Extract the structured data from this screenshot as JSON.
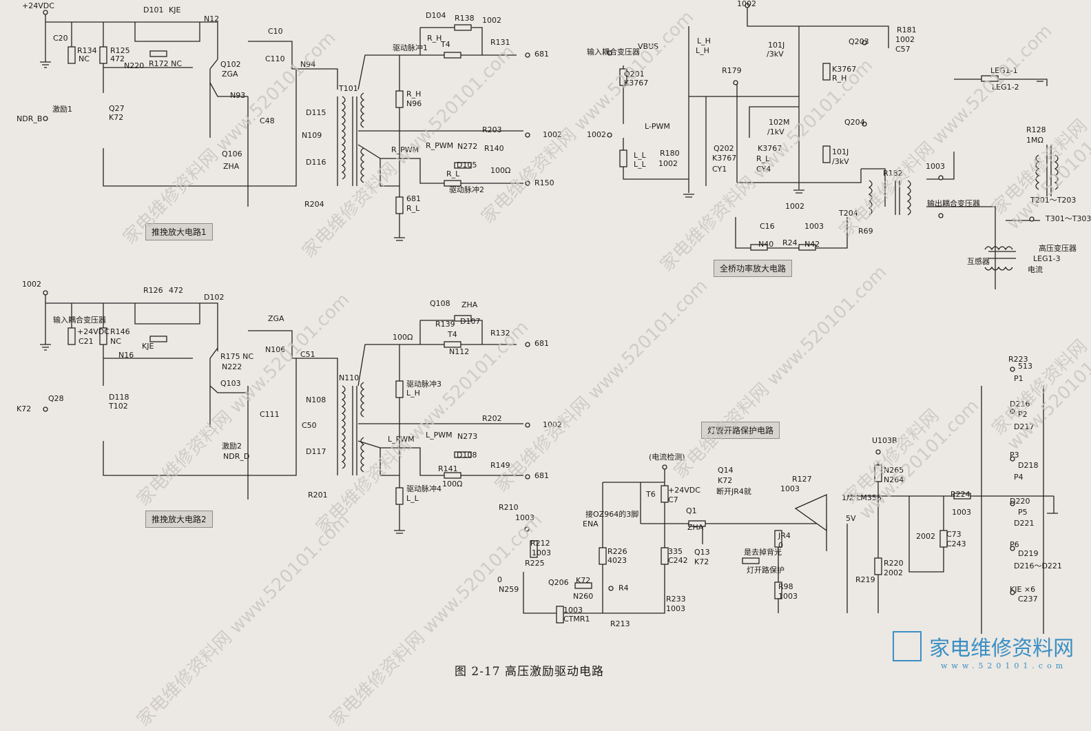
{
  "watermark": "家电维修资料网 www.520101.com",
  "figure_caption": "图 2-17   高压激励驱动电路",
  "logo": {
    "text": "家电维修资料网",
    "url": "www.520101.com"
  },
  "sections": {
    "push_pull_1": "推挽放大电路1",
    "push_pull_2": "推挽放大电路2",
    "full_bridge": "全桥功率放大电路",
    "open_protect": "灯管开路保护电路"
  },
  "labels": [
    "+24VDC",
    "C20",
    "R134",
    "NC",
    "R125",
    "472",
    "D101",
    "KJE",
    "N12",
    "R172 NC",
    "N220",
    "Q102",
    "ZGA",
    "C10",
    "C110",
    "N94",
    "N93",
    "C48",
    "D115",
    "N109",
    "D116",
    "T101",
    "Q27",
    "K72",
    "激励1",
    "NDR_B",
    "Q106",
    "ZHA",
    "D104",
    "R138",
    "1002",
    "R_H",
    "T4",
    "R131",
    "681",
    "驱动脉冲1",
    "R_H",
    "N96",
    "R203",
    "1002",
    "R_PWM",
    "R_PWM",
    "N272",
    "D105",
    "R140",
    "100Ω",
    "R_L",
    "驱动脉冲2",
    "R150",
    "681",
    "R_L",
    "R204",
    "1002",
    "输入耦合变压器",
    "+24VDC",
    "C21",
    "R146",
    "NC",
    "R126",
    "472",
    "D102",
    "KJE",
    "N16",
    "R175 NC",
    "N222",
    "Q103",
    "ZGA",
    "N106",
    "C51",
    "C111",
    "N108",
    "C50",
    "D117",
    "N110",
    "D118",
    "T102",
    "Q28",
    "K72",
    "激励2",
    "NDR_D",
    "Q108",
    "ZHA",
    "D107",
    "R139",
    "100Ω",
    "T4",
    "N112",
    "R132",
    "681",
    "驱动脉冲3",
    "L_H",
    "R202",
    "1002",
    "L_PWM",
    "L_PWM",
    "N273",
    "D108",
    "R141",
    "100Ω",
    "R149",
    "681",
    "驱动脉冲4",
    "L_L",
    "R201",
    "1002",
    "输入耦合变压器",
    "VBUS",
    "L_H",
    "L_H",
    "Q201",
    "K3767",
    "R179",
    "1002",
    "L-PWM",
    "L_L",
    "L_L",
    "R180",
    "1002",
    "Q202",
    "K3767",
    "CY1",
    "101J",
    "/3kV",
    "Q203",
    "K3767",
    "R_H",
    "R181",
    "1002",
    "C57",
    "102M",
    "/1kV",
    "Q204",
    "K3767",
    "R_L",
    "CY4",
    "101J",
    "/3kV",
    "R182",
    "1002",
    "T204",
    "C16",
    "N40",
    "R24",
    "1003",
    "N42",
    "R69",
    "1003",
    "输出耦合变压器",
    "LEG1-1",
    "LEG1-2",
    "R128",
    "1MΩ",
    "T201～T203",
    "T301～T303",
    "高压变压器",
    "LEG1-3",
    "电流",
    "互感器",
    "(电流检测)",
    "T6",
    "+24VDC",
    "C7",
    "R210",
    "1003",
    "接OZ964的3脚",
    "ENA",
    "Q1",
    "ZHA",
    "R212",
    "1003",
    "R225",
    "0",
    "N259",
    "Q206",
    "K72",
    "N260",
    "R4",
    "1003",
    "CTMR1",
    "R226",
    "4023",
    "R213",
    "335",
    "C242",
    "R233",
    "1003",
    "Q13",
    "K72",
    "Q14",
    "K72",
    "断开JR4就",
    "是去掉背光",
    "灯开路保护",
    "JR4",
    "0",
    "R98",
    "1003",
    "R127",
    "1003",
    "U103B",
    "1/2 LM358",
    "5V",
    "N265",
    "N264",
    "R220",
    "2002",
    "R219",
    "2002",
    "C73",
    "C243",
    "R224",
    "1003",
    "R223",
    "513",
    "P1",
    "D216",
    "P2",
    "D217",
    "P3",
    "D218",
    "P4",
    "D220",
    "P5",
    "D221",
    "P6",
    "D219",
    "D216～D221",
    "KJE ×6",
    "C237"
  ]
}
